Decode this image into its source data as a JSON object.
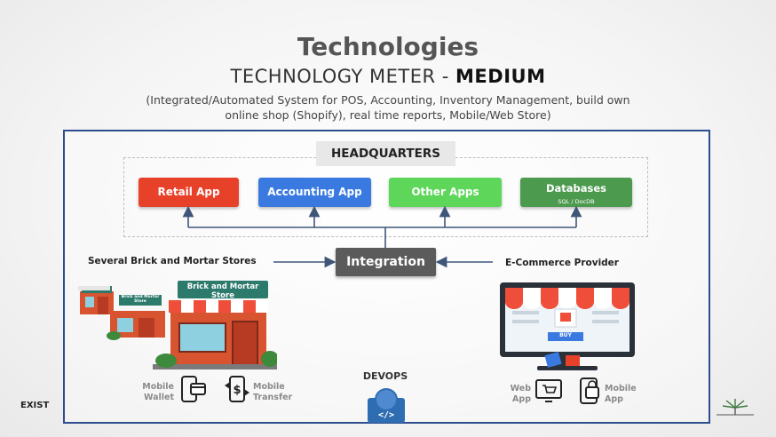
{
  "title": "Technologies",
  "subtitle": {
    "prefix": "TECHNOLOGY METER - ",
    "level": "MEDIUM"
  },
  "description": "(Integrated/Automated System for POS, Accounting, Inventory Management, build own online shop (Shopify), real time reports, Mobile/Web Store)",
  "headquarters": {
    "label": "HEADQUARTERS",
    "apps": [
      {
        "label": "Retail App",
        "color": "#e8412a"
      },
      {
        "label": "Accounting App",
        "color": "#3a7ae0"
      },
      {
        "label": "Other Apps",
        "color": "#5dd65a"
      },
      {
        "label": "Databases",
        "sublabel": "SQL / DocDB",
        "color": "#4c9a4e"
      }
    ]
  },
  "integration": {
    "label": "Integration"
  },
  "stores": {
    "label": "Several Brick and Mortar Stores",
    "sign": "Brick and Mortar Store",
    "small_sign": "Brick and Mortar Store"
  },
  "ecommerce": {
    "label": "E-Commerce Provider",
    "buy_label": "BUY"
  },
  "mobile_wallet": {
    "line1": "Mobile",
    "line2": "Wallet"
  },
  "mobile_transfer": {
    "line1": "Mobile",
    "line2": "Transfer"
  },
  "web_app": {
    "line1": "Web",
    "line2": "App"
  },
  "mobile_app": {
    "line1": "Mobile",
    "line2": "App"
  },
  "devops": {
    "label": "DEVOPS"
  },
  "logo_left": "EXIST",
  "colors": {
    "frame": "#2d4d8f",
    "integration": "#5b5b5b"
  }
}
